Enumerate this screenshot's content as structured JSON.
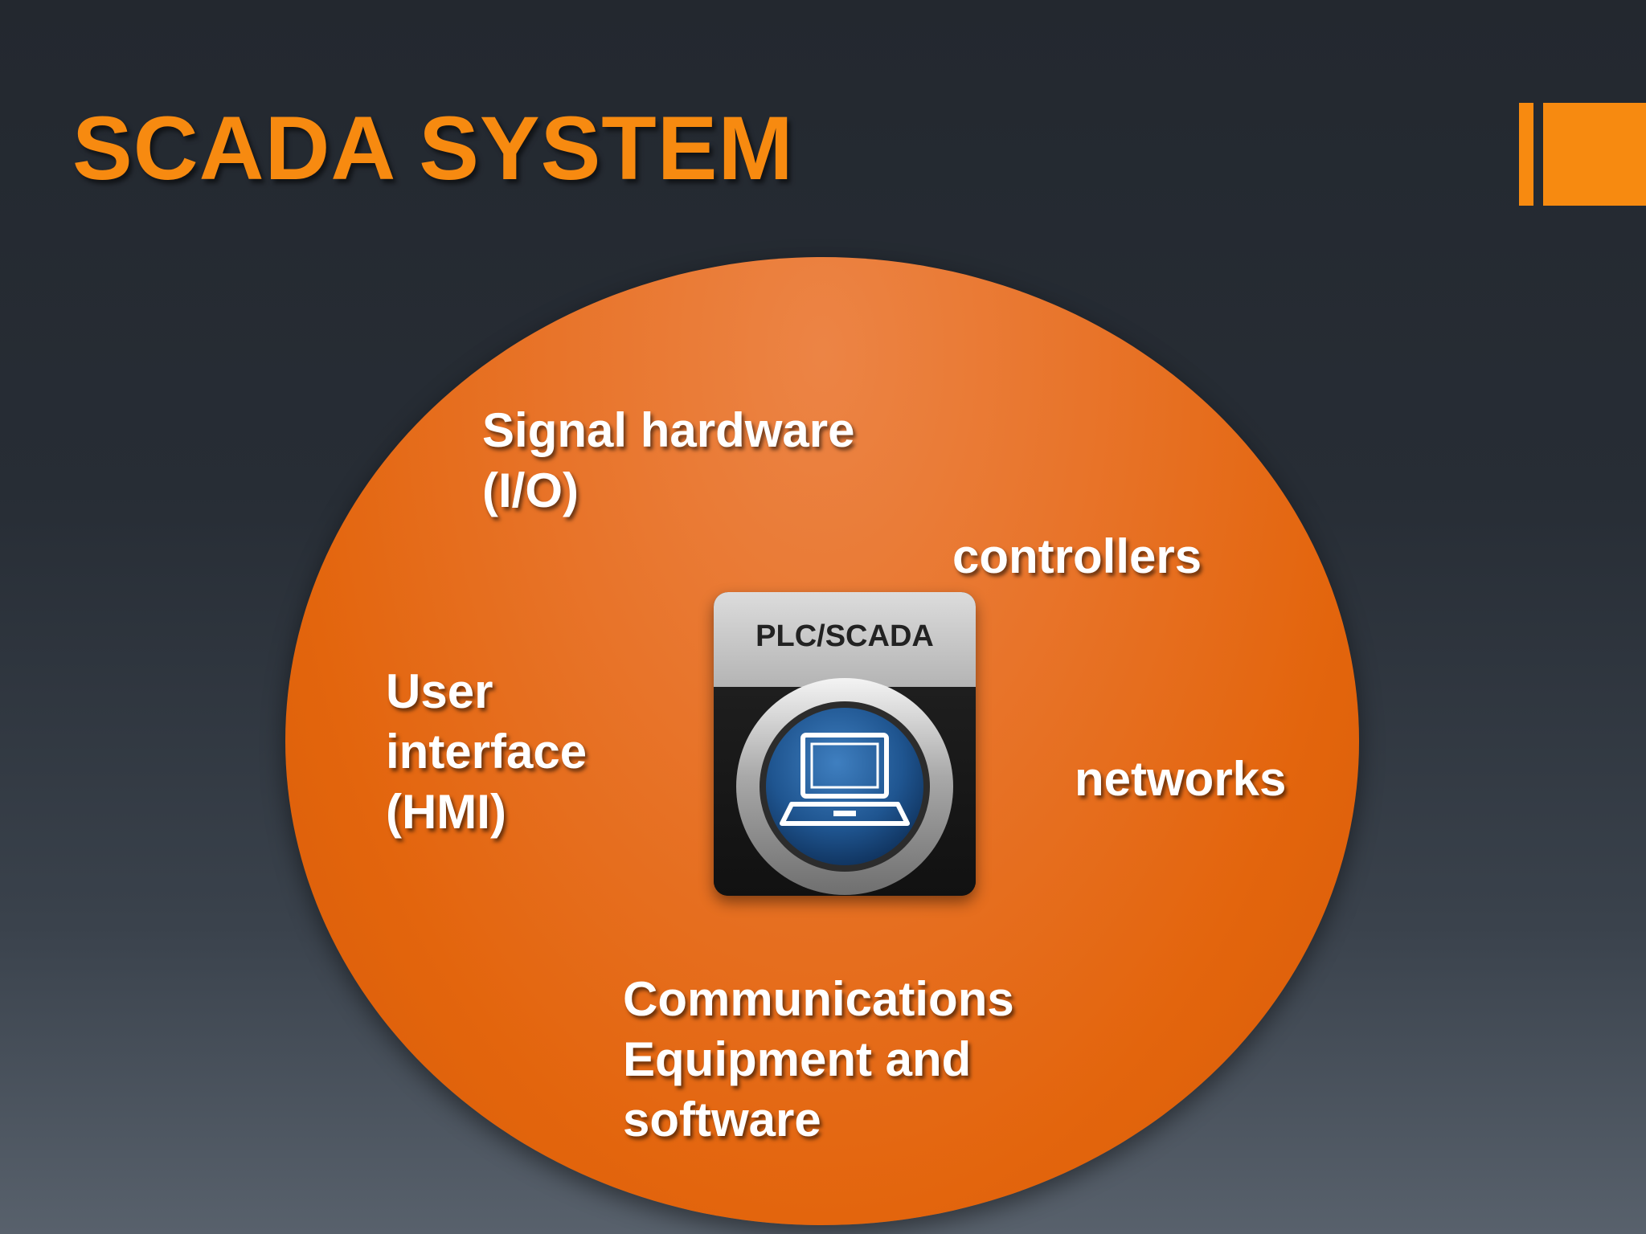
{
  "slide": {
    "title": "SCADA SYSTEM"
  },
  "diagram": {
    "center": {
      "label": "PLC/SCADA",
      "icon": "laptop-icon"
    },
    "labels": {
      "signal_hardware": [
        "Signal hardware",
        "(I/O)"
      ],
      "controllers": [
        "controllers"
      ],
      "user_interface": [
        "User",
        "interface",
        "(HMI)"
      ],
      "networks": [
        "networks"
      ],
      "communications": [
        "Communications",
        "Equipment and",
        "software"
      ]
    }
  },
  "colors": {
    "accent": "#f78a10",
    "circle": "#e3650d",
    "background": "#23282f",
    "label_text": "#ffffff"
  }
}
